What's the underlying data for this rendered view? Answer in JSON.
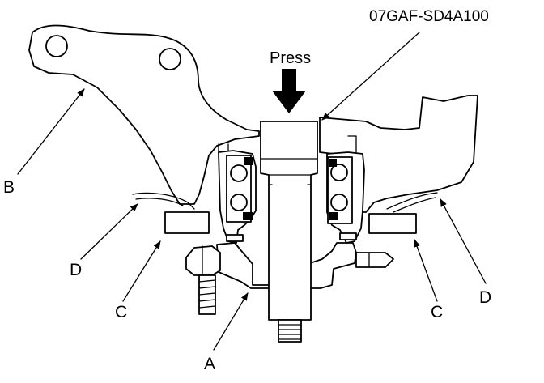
{
  "tool_number": "07GAF-SD4A100",
  "press_label": "Press",
  "callouts": {
    "a": "A",
    "b": "B",
    "c_left": "C",
    "c_right": "C",
    "d_left": "D",
    "d_right": "D"
  },
  "colors": {
    "ink": "#000000",
    "paper": "#ffffff"
  }
}
